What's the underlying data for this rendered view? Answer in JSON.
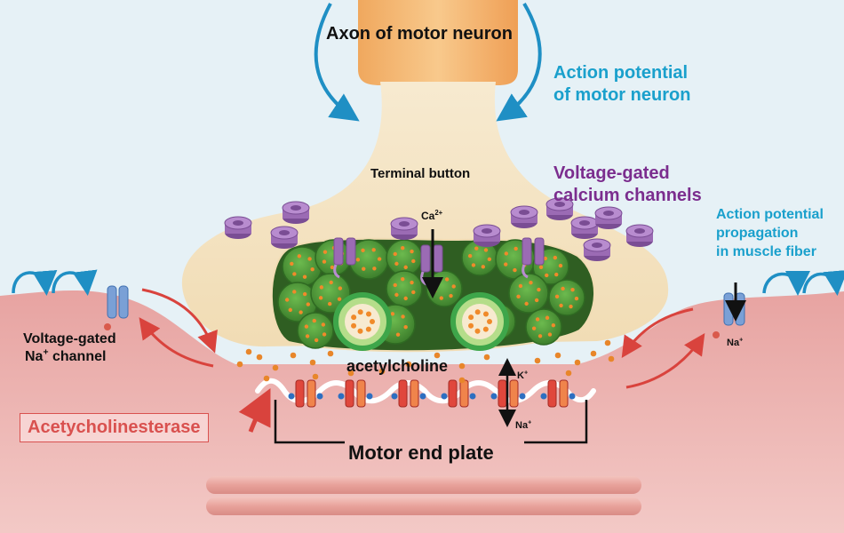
{
  "labels": {
    "axon": "Axon of motor neuron",
    "action_potential_line1": "Action potential",
    "action_potential_line2": "of motor neuron",
    "terminal_button": "Terminal button",
    "vg_calcium_line1": "Voltage-gated",
    "vg_calcium_line2": "calcium channels",
    "ap_muscle_line1": "Action potential",
    "ap_muscle_line2": "propagation",
    "ap_muscle_line3": "in muscle fiber",
    "ca_base": "Ca",
    "ca_sup": "2+",
    "na_right_base": "Na",
    "na_right_sup": "+",
    "vg_na_line1": "Voltage-gated",
    "vg_na_line2_base": "Na",
    "vg_na_line2_sup": "+",
    "vg_na_line2_rest": " channel",
    "acetylcholine": "acetylcholine",
    "k_base": "K",
    "k_sup": "+",
    "na_bottom_base": "Na",
    "na_bottom_sup": "+",
    "acetylcholinesterase": "Acetycholinesterase",
    "motor_end_plate": "Motor end plate"
  },
  "colors": {
    "background": "#e6f1f6",
    "axon": "#f4b673",
    "terminal": "#f5e6c6",
    "muscle": "#e8aaa8",
    "vesicle": "#4e9a3a",
    "acetylcholine": "#e8862a",
    "calcium_channel": "#9b6bb4",
    "receptor": "#d8423a",
    "arrow_red": "#d9433d",
    "arrow_blue": "#1f8fc4",
    "label_teal": "#1aa0cc",
    "label_purple": "#7b2d8e",
    "label_red": "#d9514f"
  }
}
